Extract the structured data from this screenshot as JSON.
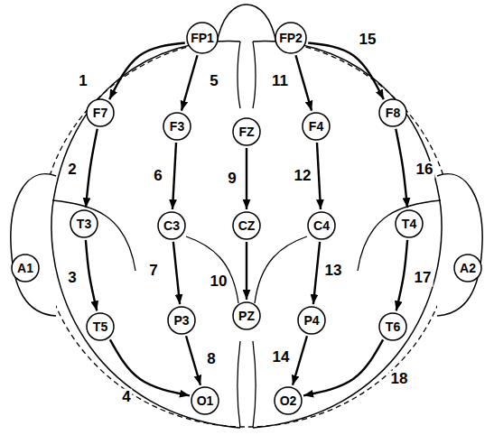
{
  "diagram": {
    "nodes": [
      {
        "text": [
          "FP1"
        ]
      },
      {
        "text": [
          "FP2"
        ]
      },
      {
        "text": [
          "F7"
        ]
      },
      {
        "text": [
          "F3"
        ]
      },
      {
        "text": [
          "FZ"
        ]
      },
      {
        "text": [
          "F4"
        ]
      },
      {
        "text": [
          "F8"
        ]
      },
      {
        "text": [
          "T3"
        ]
      },
      {
        "text": [
          "C3"
        ]
      },
      {
        "text": [
          "CZ"
        ]
      },
      {
        "text": [
          "C4"
        ]
      },
      {
        "text": [
          "T4"
        ]
      },
      {
        "text": [
          "A1"
        ]
      },
      {
        "text": [
          "A2"
        ]
      },
      {
        "text": [
          "T5"
        ]
      },
      {
        "text": [
          "P3"
        ]
      },
      {
        "text": [
          "PZ"
        ]
      },
      {
        "text": [
          "P4"
        ]
      },
      {
        "text": [
          "T6"
        ]
      },
      {
        "text": [
          "O1"
        ]
      },
      {
        "text": [
          "O2"
        ]
      }
    ],
    "edges": [
      {
        "from": 0,
        "to": 2,
        "label": "1",
        "arrow": "to"
      },
      {
        "from": 2,
        "to": 7,
        "label": "2",
        "arrow": "to"
      },
      {
        "from": 7,
        "to": 14,
        "label": "3",
        "arrow": "to"
      },
      {
        "from": 14,
        "to": 19,
        "label": "4",
        "arrow": "to"
      },
      {
        "from": 0,
        "to": 3,
        "label": "5",
        "arrow": "to"
      },
      {
        "from": 3,
        "to": 8,
        "label": "6",
        "arrow": "to"
      },
      {
        "from": 8,
        "to": 15,
        "label": "7",
        "arrow": "to"
      },
      {
        "from": 15,
        "to": 19,
        "label": "8",
        "arrow": "to"
      },
      {
        "from": 4,
        "to": 9,
        "label": "9",
        "arrow": "to"
      },
      {
        "from": 9,
        "to": 16,
        "label": "10",
        "arrow": "to"
      },
      {
        "from": 1,
        "to": 5,
        "label": "11",
        "arrow": "to"
      },
      {
        "from": 5,
        "to": 10,
        "label": "12",
        "arrow": "to"
      },
      {
        "from": 10,
        "to": 17,
        "label": "13",
        "arrow": "to"
      },
      {
        "from": 17,
        "to": 20,
        "label": "14",
        "arrow": "to"
      },
      {
        "from": 1,
        "to": 6,
        "label": "15",
        "arrow": "to"
      },
      {
        "from": 6,
        "to": 11,
        "label": "16",
        "arrow": "to"
      },
      {
        "from": 11,
        "to": 18,
        "label": "17",
        "arrow": "to"
      },
      {
        "from": 18,
        "to": 20,
        "label": "18",
        "arrow": "to"
      }
    ]
  }
}
